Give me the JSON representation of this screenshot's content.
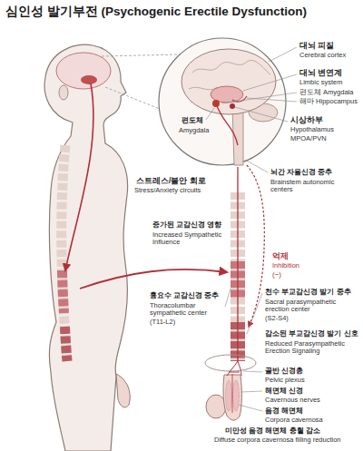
{
  "diagram": {
    "title": "심인성 발기부전 (Psychogenic Erectile Dysfunction)",
    "labels": [
      "대뇌 피질",
      "Cerebral cortex",
      "대뇌 변연계",
      "Limbic system",
      "편도체 Amygdala",
      "해마 Hippocampus",
      "시상하부",
      "Hypothalamus",
      "MPOA/PVN",
      "편도체",
      "Amygdala",
      "뇌간 자율신경 중추",
      "Brainstem autonomic centers",
      "스트레스/불안 회로",
      "Stress/Anxiety circuits",
      "증가된 교감신경 영향",
      "Increased Sympathetic Influence",
      "억제",
      "Inhibition",
      "(−)",
      "흉요수 교감신경 중추",
      "Thoracolumbar sympathetic center",
      "(T11-L2)",
      "천수 부교감신경 발기 중추",
      "Sacral parasympathetic erection center",
      "(S2-S4)",
      "감소된 부교감신경 발기 신호",
      "Reduced Parasympathetic Erection Signaling",
      "골반 신경총",
      "Pelvic plexus",
      "해면체 신경",
      "Cavernous nerves",
      "음경 해면체",
      "Corpora cavernosa",
      "미만성 음경 해면체 충혈 감소",
      "Diffuse corpora cavernosa filling reduction"
    ]
  }
}
